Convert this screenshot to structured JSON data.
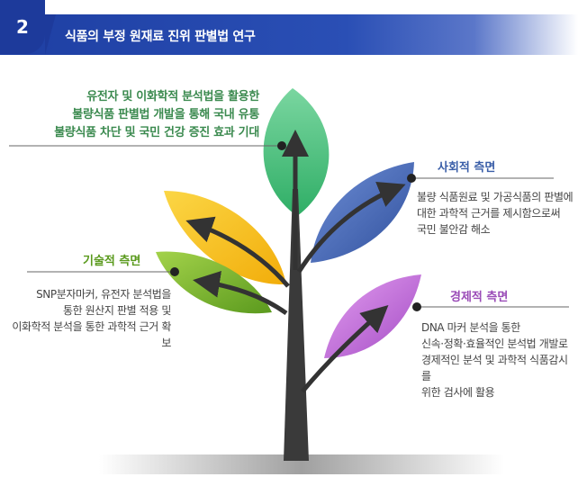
{
  "header": {
    "number": "2",
    "title": "식품의 부정 원재료 진위 판별법 연구"
  },
  "top_leaf": {
    "lines": [
      "유전자 및 이화학적 분석법을 활용한",
      "불량식품 판별법 개발을 통해 국내 유통",
      "불량식품 차단 및 국민 건강 증진 효과 기대"
    ]
  },
  "technical": {
    "heading": "기술적 측면",
    "lines": [
      "SNP분자마커, 유전자 분석법을",
      "통한 원산지 판별 적용 및",
      "이화학적 분석을 통한 과학적 근거 확보"
    ]
  },
  "social": {
    "heading": "사회적 측면",
    "lines": [
      "불량 식품원료 및 가공식품의 판별에",
      "대한 과학적 근거를 제시함으로써",
      "국민 불안감 해소"
    ]
  },
  "economic": {
    "heading": "경제적 측면",
    "lines": [
      "DNA 마커 분석을 통한",
      "신속·정확·효율적인 분석법 개발로",
      "경제적인 분석 및 과학적 식품감시를",
      "위한 검사에 활용"
    ]
  },
  "colors": {
    "header": "#1e3fa3",
    "leaf_top": "#52c584",
    "leaf_yellow": "#f9c419",
    "leaf_green": "#7dba2c",
    "leaf_blue": "#4a6cb8",
    "leaf_purple": "#c06fd3",
    "trunk": "#3a3a3a"
  },
  "icons": [
    "arrow-icon"
  ]
}
